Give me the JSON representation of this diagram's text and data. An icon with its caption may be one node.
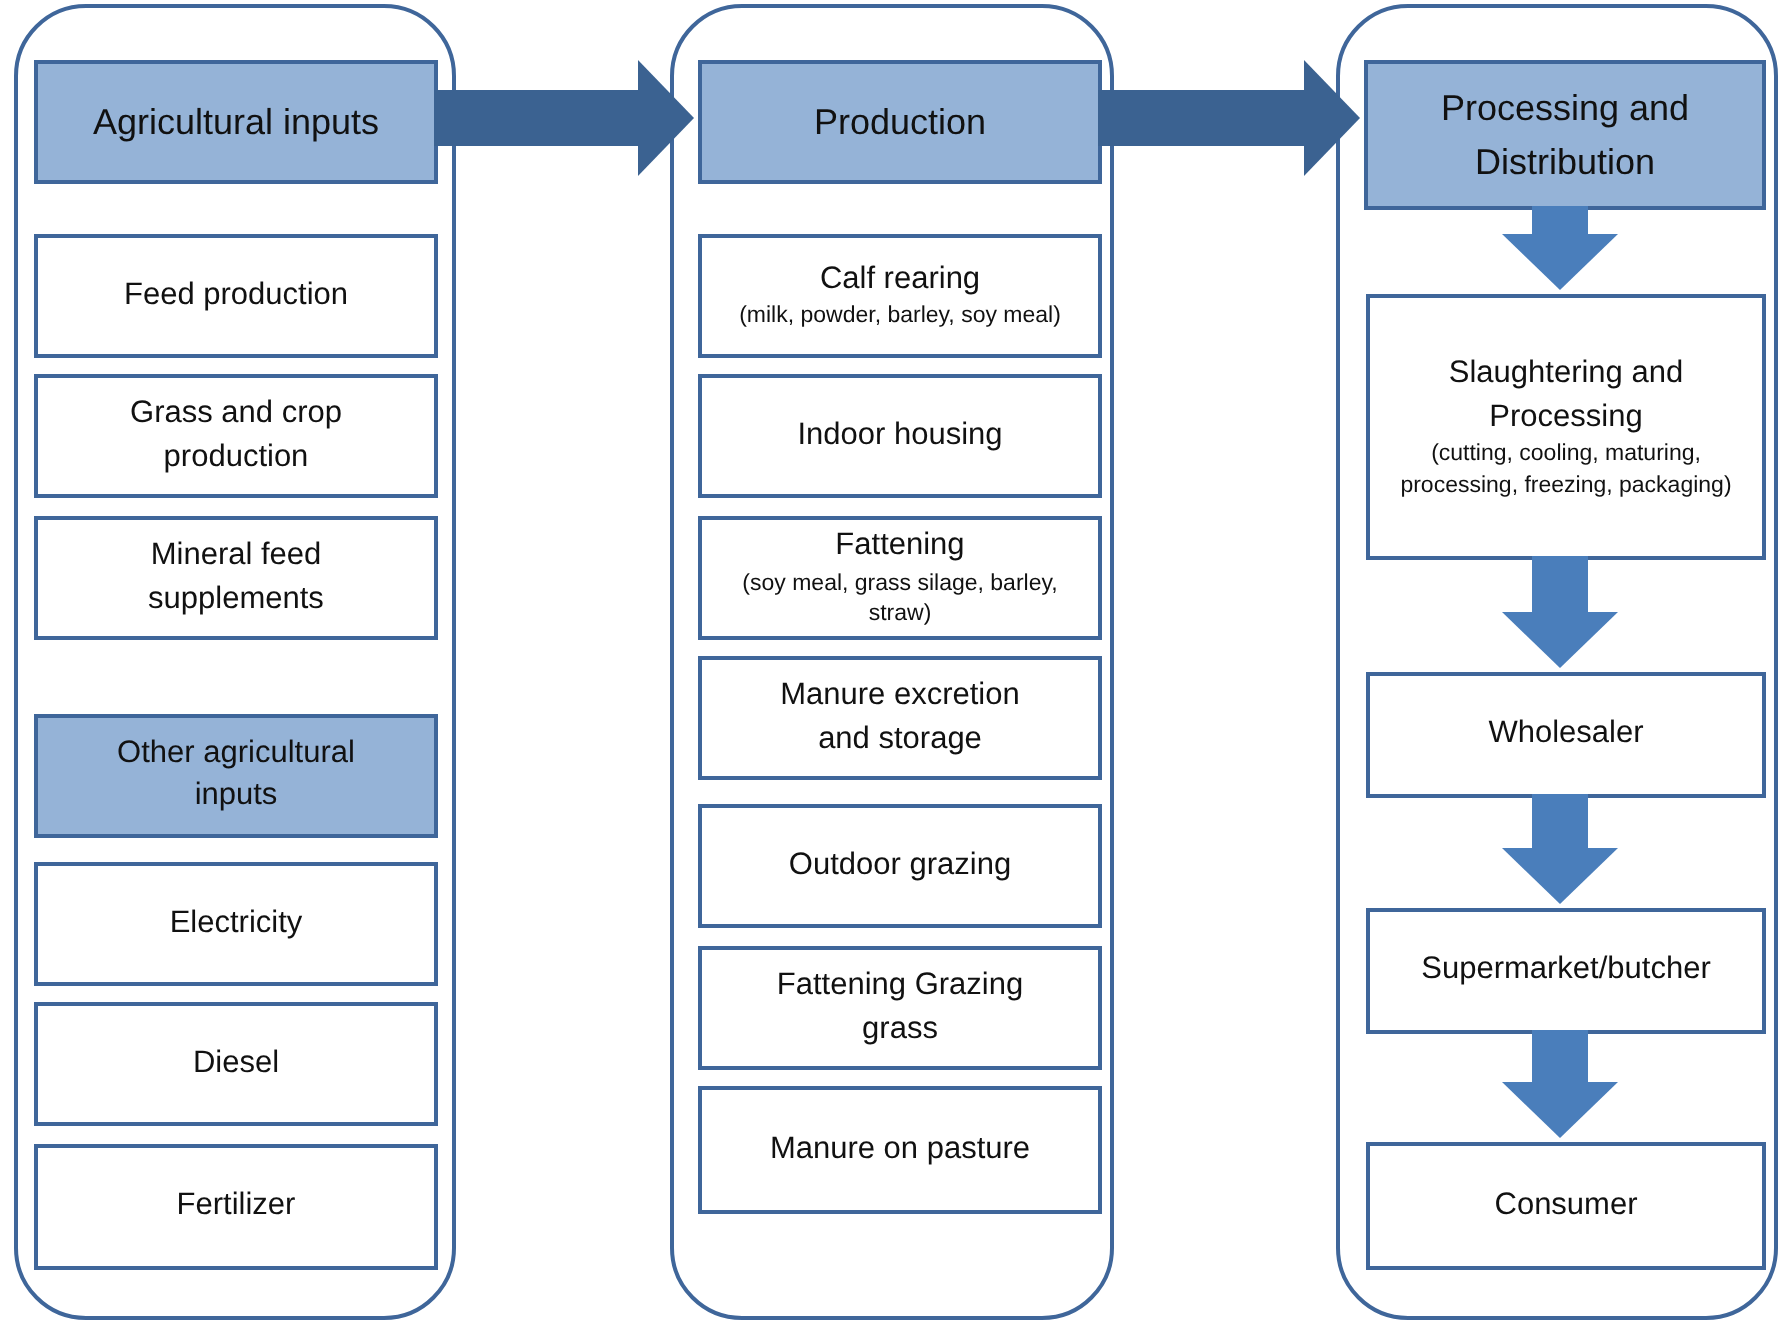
{
  "diagram": {
    "nodes": [
      {
        "text": [],
        "shape": "box"
      },
      {
        "text": [
          "Agricultural inputs"
        ],
        "in": 0
      },
      {
        "text": [
          "Feed production"
        ],
        "in": 0
      },
      {
        "text": [
          "Grass and crop production"
        ],
        "in": 0
      },
      {
        "text": [
          "Mineral feed supplements"
        ],
        "in": 0
      },
      {
        "text": [
          "Other agricultural inputs"
        ],
        "in": 0
      },
      {
        "text": [
          "Electricity"
        ],
        "in": 0
      },
      {
        "text": [
          "Diesel"
        ],
        "in": 0
      },
      {
        "text": [
          "Fertilizer"
        ],
        "in": 0
      },
      {
        "text": [],
        "shape": "box"
      },
      {
        "text": [
          "Production"
        ],
        "in": 9
      },
      {
        "text": [
          "Calf rearing",
          "(milk, powder, barley, soy meal)"
        ],
        "in": 9
      },
      {
        "text": [
          "Indoor housing"
        ],
        "in": 9
      },
      {
        "text": [
          "Fattening",
          "(soy meal, grass silage, barley, straw)"
        ],
        "in": 9
      },
      {
        "text": [
          "Manure excretion and storage"
        ],
        "in": 9
      },
      {
        "text": [
          "Outdoor grazing"
        ],
        "in": 9
      },
      {
        "text": [
          "Fattening Grazing grass"
        ],
        "in": 9
      },
      {
        "text": [
          "Manure on pasture"
        ],
        "in": 9
      },
      {
        "text": [],
        "shape": "box"
      },
      {
        "text": [
          "Processing and Distribution"
        ],
        "in": 18
      },
      {
        "text": [
          "Slaughtering and Processing",
          "(cutting, cooling, maturing, processing, freezing, packaging)"
        ],
        "in": 18
      },
      {
        "text": [
          "Wholesaler"
        ],
        "in": 18
      },
      {
        "text": [
          "Supermarket/butcher"
        ],
        "in": 18
      },
      {
        "text": [
          "Consumer"
        ],
        "in": 18
      }
    ],
    "edges": [
      {
        "from": 1,
        "to": 10,
        "arrow": "to",
        "color": "#3b6291"
      },
      {
        "from": 10,
        "to": 19,
        "arrow": "to",
        "color": "#3b6291"
      },
      {
        "from": 19,
        "to": 20,
        "arrow": "to"
      },
      {
        "from": 20,
        "to": 21,
        "arrow": "to"
      },
      {
        "from": 21,
        "to": 22,
        "arrow": "to"
      },
      {
        "from": 22,
        "to": 23,
        "arrow": "to"
      }
    ]
  }
}
